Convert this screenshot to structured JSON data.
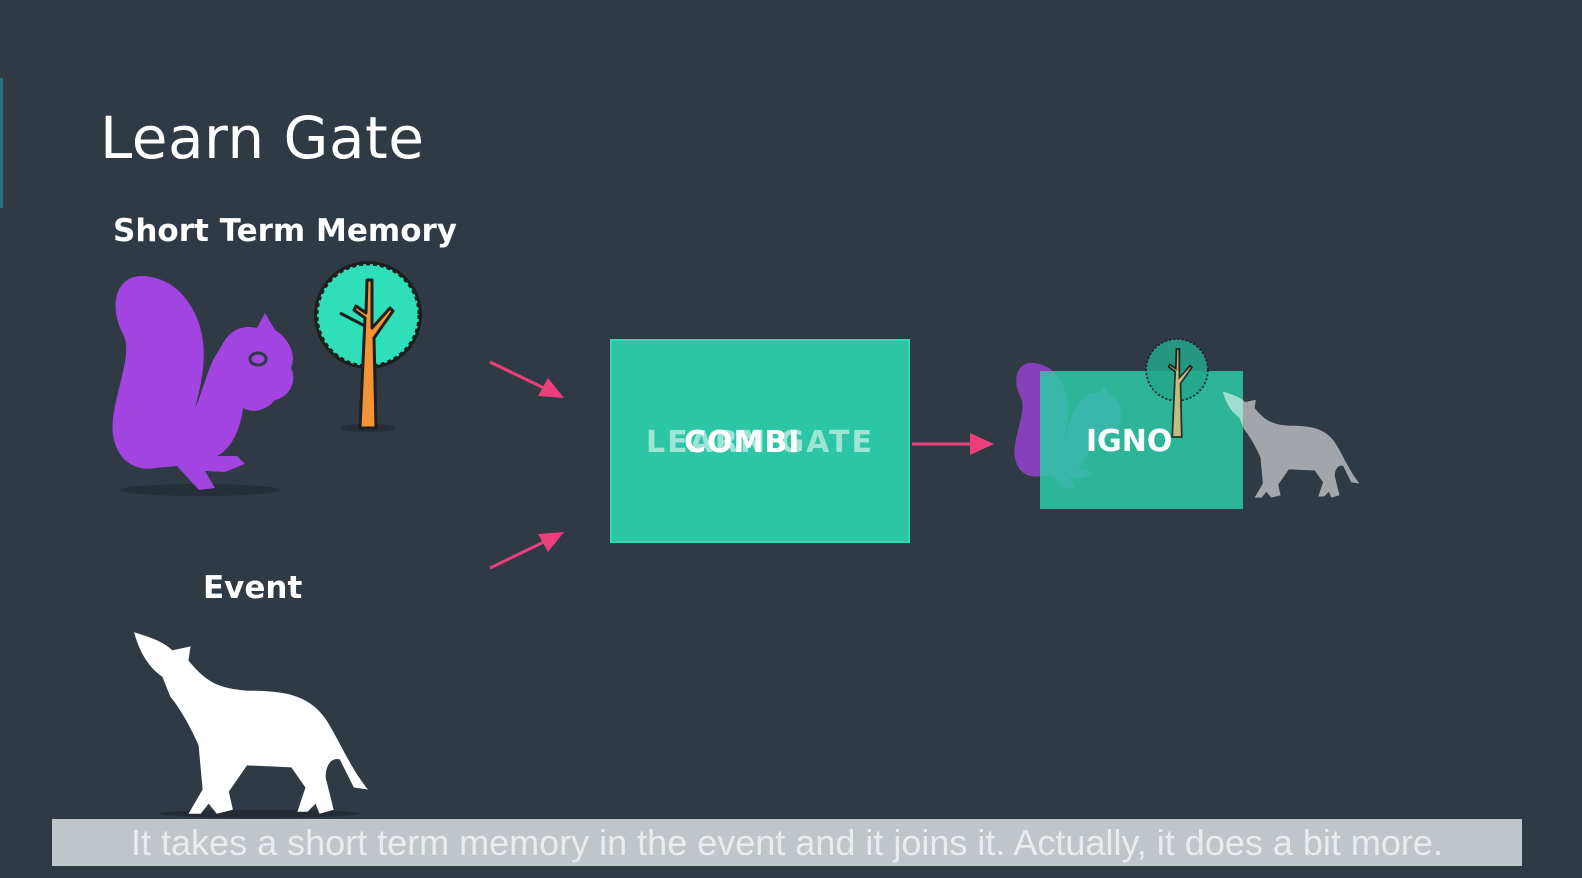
{
  "slide": {
    "title": "Learn Gate"
  },
  "inputs": {
    "short_term_memory_label": "Short Term Memory",
    "event_label": "Event"
  },
  "gates": {
    "main_box_ghost_label": "LEARN GATE",
    "main_box_label": "COMBI",
    "ignore_box_label": "IGNO"
  },
  "caption": {
    "text": "It takes a short term memory in the event and it joins it. Actually, it does a bit more."
  },
  "icons": [
    "squirrel-icon",
    "tree-icon",
    "wolf-icon",
    "arrow-icon"
  ],
  "colors": {
    "background": "#303a45",
    "gate": "#2cc6a6",
    "arrow": "#ea3f7b",
    "squirrel": "#a144e0",
    "tree": "#2fdfb9",
    "trunk": "#f39436",
    "wolf": "#ffffff"
  }
}
